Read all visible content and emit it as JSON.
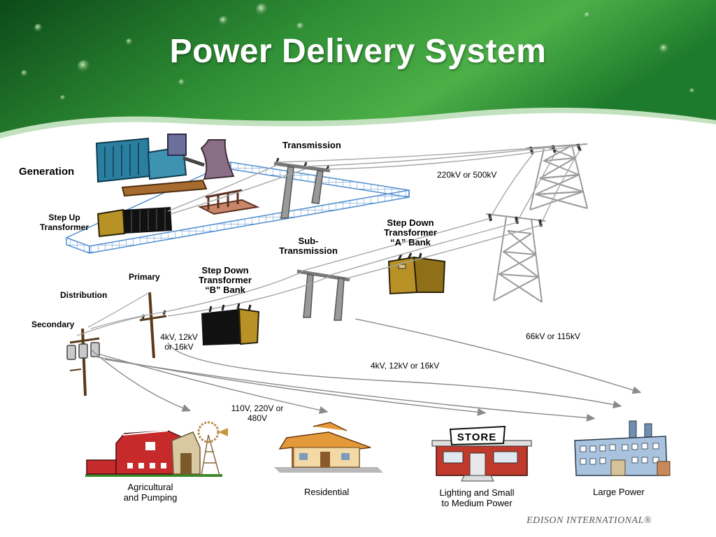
{
  "slide": {
    "title": "Power Delivery System",
    "footer": "EDISON INTERNATIONAL®"
  },
  "colors": {
    "header_green_dark": "#0f5a1f",
    "header_green_light": "#4fb04a",
    "title_text": "#ffffff",
    "grid_blue": "#4f8ed0",
    "transformer_olive": "#b89227",
    "transformer_dark": "#1a1a1a",
    "barn_red": "#c62a2a",
    "house_orange": "#e49a3a",
    "store_red": "#c0392b",
    "factory_blue": "#a9c3df",
    "tower_gray": "#9a9a9a"
  },
  "labels": {
    "transmission": "Transmission",
    "generation": "Generation",
    "transmission_voltage": "220kV or 500kV",
    "step_up_line1": "Step Up",
    "step_up_line2": "Transformer",
    "step_down_a_line1": "Step Down",
    "step_down_a_line2": "Transformer",
    "step_down_a_line3": "“A” Bank",
    "sub_transmission_line1": "Sub-",
    "sub_transmission_line2": "Transmission",
    "primary": "Primary",
    "step_down_b_line1": "Step Down",
    "step_down_b_line2": "Transformer",
    "step_down_b_line3": "“B” Bank",
    "distribution": "Distribution",
    "secondary": "Secondary",
    "distribution_voltage_line1": "4kV, 12kV",
    "distribution_voltage_line2": "or 16kV",
    "subtransmission_voltage": "66kV or 115kV",
    "primary_feed_voltage": "4kV, 12kV or 16kV",
    "secondary_voltage_line1": "110V, 220V or",
    "secondary_voltage_line2": "480V"
  },
  "consumers": {
    "agricultural_line1": "Agricultural",
    "agricultural_line2": "and Pumping",
    "residential": "Residential",
    "commercial_line1": "Lighting and Small",
    "commercial_line2": "to Medium Power",
    "industrial": "Large Power",
    "store_sign": "STORE"
  },
  "icons": {
    "power_plant": "power-plant-icon",
    "transmission_tower": "lattice-tower-icon",
    "pole": "utility-pole-icon",
    "transformer": "transformer-icon",
    "barn": "barn-icon",
    "windmill": "windmill-icon",
    "house": "house-icon",
    "store": "store-icon",
    "factory": "factory-icon"
  }
}
